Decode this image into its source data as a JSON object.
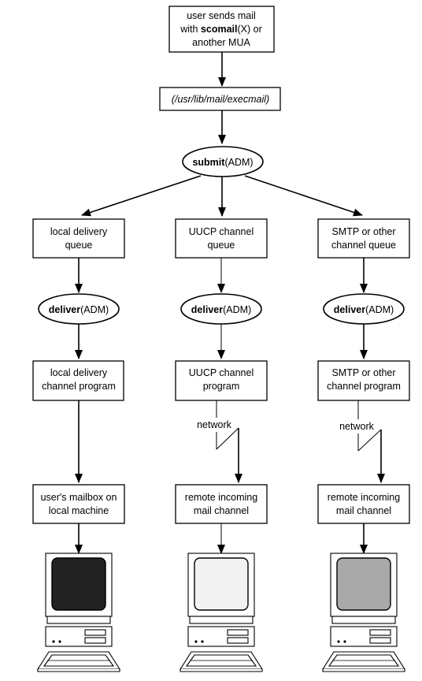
{
  "top": {
    "line1": "user sends mail",
    "with": "with ",
    "cmd": "scomail",
    "cmd_suffix": "(X) or",
    "line3": "another MUA"
  },
  "execmail": "(/usr/lib/mail/execmail)",
  "submit": {
    "cmd": "submit",
    "suffix": "(ADM)"
  },
  "columns": [
    {
      "queue": [
        "local delivery",
        "queue"
      ],
      "deliver": {
        "cmd": "deliver",
        "suffix": "(ADM)"
      },
      "program": [
        "local delivery",
        "channel program"
      ],
      "network": "",
      "dest": [
        "user's mailbox on",
        "local machine"
      ],
      "screen_color": "#222222"
    },
    {
      "queue": [
        "UUCP channel",
        "queue"
      ],
      "deliver": {
        "cmd": "deliver",
        "suffix": "(ADM)"
      },
      "program": [
        "UUCP channel",
        "program"
      ],
      "network": "network",
      "dest": [
        "remote incoming",
        "mail channel"
      ],
      "screen_color": "#f2f2f2"
    },
    {
      "queue": [
        "SMTP or other",
        "channel queue"
      ],
      "deliver": {
        "cmd": "deliver",
        "suffix": "(ADM)"
      },
      "program": [
        "SMTP or other",
        "channel program"
      ],
      "network": "network",
      "dest": [
        "remote incoming",
        "mail channel"
      ],
      "screen_color": "#a9a9a9"
    }
  ],
  "icons": [
    "down-arrow-icon",
    "computer-icon",
    "network-link-icon"
  ]
}
